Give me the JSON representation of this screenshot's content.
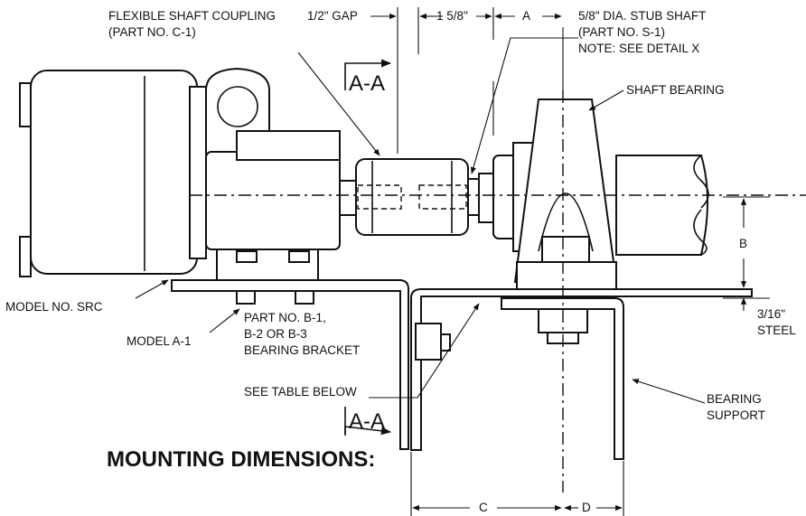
{
  "labels": {
    "coupling_line1": "FLEXIBLE SHAFT COUPLING",
    "coupling_line2": "(PART NO. C-1)",
    "gap": "1/2\" GAP",
    "dim_1_5_8": "1 5/8\"",
    "dim_a": "A",
    "stub_line1": "5/8\" DIA. STUB SHAFT",
    "stub_line2": "(PART NO. S-1)",
    "stub_line3": "NOTE: SEE DETAIL X",
    "shaft_bearing": "SHAFT BEARING",
    "section_top": "A-A",
    "section_bottom": "A-A",
    "model_src": "MODEL NO. SRC",
    "model_a1": "MODEL A-1",
    "bracket_line1": "PART NO. B-1,",
    "bracket_line2": "B-2 OR B-3",
    "bracket_line3": "BEARING BRACKET",
    "bracket_line4": "SEE TABLE BELOW",
    "dim_b": "B",
    "steel_line1": "3/16\"",
    "steel_line2": "STEEL",
    "support_line1": "BEARING",
    "support_line2": "SUPPORT",
    "dim_c": "C",
    "dim_d": "D"
  },
  "heading": "MOUNTING DIMENSIONS:"
}
